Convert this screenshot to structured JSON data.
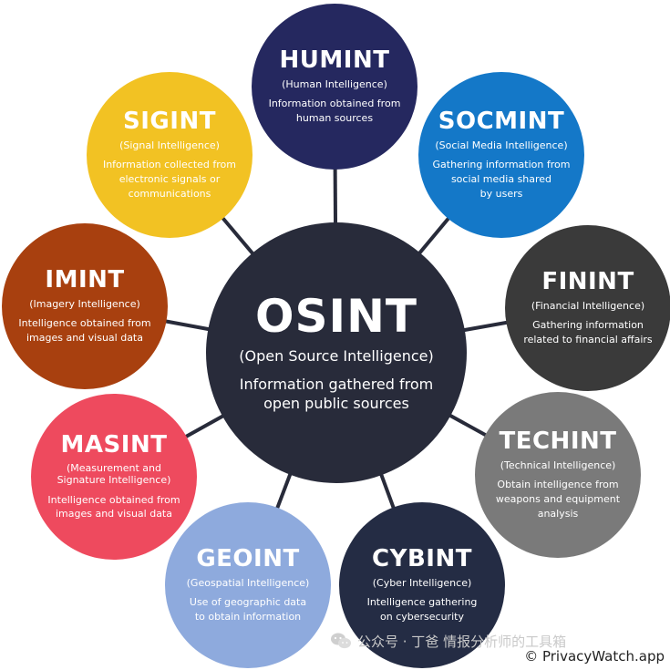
{
  "center": {
    "title": "OSINT",
    "subtitle": "(Open Source Intelligence)",
    "description": "Information gathered from\nopen public sources",
    "color": "#282b3a"
  },
  "nodes": [
    {
      "id": "humint",
      "title": "HUMINT",
      "subtitle": "(Human Intelligence)",
      "description": "Information obtained from\nhuman sources",
      "color": "#25285f"
    },
    {
      "id": "socmint",
      "title": "SOCMINT",
      "subtitle": "(Social Media Intelligence)",
      "description": "Gathering information from\nsocial media shared\nby users",
      "color": "#1478c8"
    },
    {
      "id": "finint",
      "title": "FININT",
      "subtitle": "(Financial Intelligence)",
      "description": "Gathering information\nrelated to financial affairs",
      "color": "#3a3a3a"
    },
    {
      "id": "techint",
      "title": "TECHINT",
      "subtitle": "(Technical Intelligence)",
      "description": "Obtain intelligence from\nweapons and equipment\nanalysis",
      "color": "#7a7a7a"
    },
    {
      "id": "cybint",
      "title": "CYBINT",
      "subtitle": "(Cyber Intelligence)",
      "description": "Intelligence gathering\non cybersecurity",
      "color": "#242c44"
    },
    {
      "id": "geoint",
      "title": "GEOINT",
      "subtitle": "(Geospatial Intelligence)",
      "description": "Use of geographic data\nto obtain information",
      "color": "#8eaadd"
    },
    {
      "id": "masint",
      "title": "MASINT",
      "subtitle": "(Measurement and\nSignature Intelligence)",
      "description": "Intelligence obtained from\nimages and visual data",
      "color": "#ee4a5e"
    },
    {
      "id": "imint",
      "title": "IMINT",
      "subtitle": "(Imagery Intelligence)",
      "description": "Intelligence obtained from\nimages and visual data",
      "color": "#a8400f"
    },
    {
      "id": "sigint",
      "title": "SIGINT",
      "subtitle": "(Signal Intelligence)",
      "description": "Information collected from\nelectronic signals or\ncommunications",
      "color": "#f2c223"
    }
  ],
  "connector_color": "#282b3a",
  "watermark": {
    "text": "公众号 · 丁爸 情报分析师的工具箱",
    "icon": "wechat-icon"
  },
  "credit": "© PrivacyWatch.app"
}
